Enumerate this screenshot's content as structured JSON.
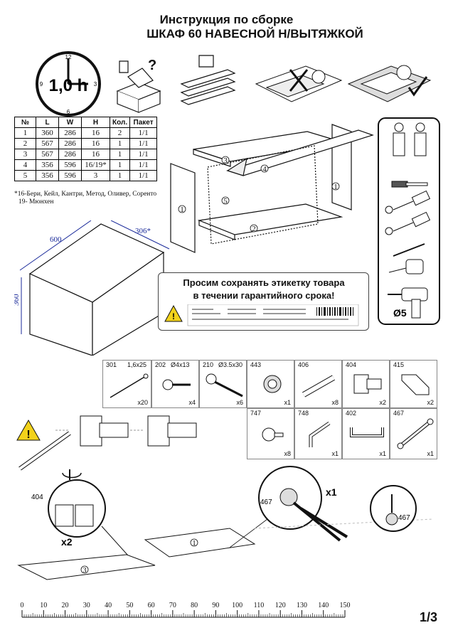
{
  "header": {
    "line1": "Инструкция по сборке",
    "line2": "ШКАФ 60 НАВЕСНОЙ Н/ВЫТЯЖКОЙ"
  },
  "clock": {
    "time_label": "1,0 h",
    "n12": "12",
    "n3": "3",
    "n6": "6",
    "n9": "9"
  },
  "parts_table": {
    "headers": [
      "№",
      "L",
      "W",
      "H",
      "Кол.",
      "Пакет"
    ],
    "rows": [
      [
        "1",
        "360",
        "286",
        "16",
        "2",
        "1/1"
      ],
      [
        "2",
        "567",
        "286",
        "16",
        "1",
        "1/1"
      ],
      [
        "3",
        "567",
        "286",
        "16",
        "1",
        "1/1"
      ],
      [
        "4",
        "356",
        "596",
        "16/19*",
        "1",
        "1/1"
      ],
      [
        "5",
        "356",
        "596",
        "3",
        "1",
        "1/1"
      ]
    ],
    "note_line1": "*16-Бери, Кейл, Кантри, Метод, Оливер, Соренто",
    "note_line2": "19- Мюнхен"
  },
  "exploded_labels": {
    "p1a": "1",
    "p1b": "1",
    "p2": "2",
    "p3": "3",
    "p4": "4",
    "p5": "5"
  },
  "cabinet_dims": {
    "width": "600",
    "depth": "306*",
    "height": "360"
  },
  "warning": {
    "line1": "Просим сохранять этикетку товара",
    "line2": "в течении гарантийного срока!"
  },
  "tools": {
    "drill_label": "Ø5"
  },
  "hardware": [
    {
      "code": "301",
      "spec": "1,6x25",
      "qty": "x20"
    },
    {
      "code": "202",
      "spec": "Ø4x13",
      "qty": "x4"
    },
    {
      "code": "210",
      "spec": "Ø3.5x30",
      "qty": "x6"
    },
    {
      "code": "443",
      "spec": "",
      "qty": "x1"
    },
    {
      "code": "406",
      "spec": "",
      "qty": "x8"
    },
    {
      "code": "404",
      "spec": "",
      "qty": "x2"
    },
    {
      "code": "415",
      "spec": "",
      "qty": "x2"
    },
    {
      "code": "747",
      "spec": "",
      "qty": "x8"
    },
    {
      "code": "748",
      "spec": "",
      "qty": "x1"
    },
    {
      "code": "402",
      "spec": "",
      "qty": "x1"
    },
    {
      "code": "467",
      "spec": "",
      "qty": "x1"
    }
  ],
  "steps": {
    "hinge_code": "404",
    "hinge_qty": "x2",
    "mount_code": "467",
    "mount_qty": "x1",
    "mount_code2": "467",
    "panel_a": "3",
    "panel_b": "1"
  },
  "ruler": {
    "marks": [
      "0",
      "10",
      "20",
      "30",
      "40",
      "50",
      "60",
      "70",
      "80",
      "90",
      "100",
      "110",
      "120",
      "130",
      "140",
      "150"
    ]
  },
  "page": {
    "number": "1/3"
  },
  "colors": {
    "ink": "#111111",
    "accent_blue": "#1a2a9a",
    "warning_yellow": "#f2d21b"
  }
}
